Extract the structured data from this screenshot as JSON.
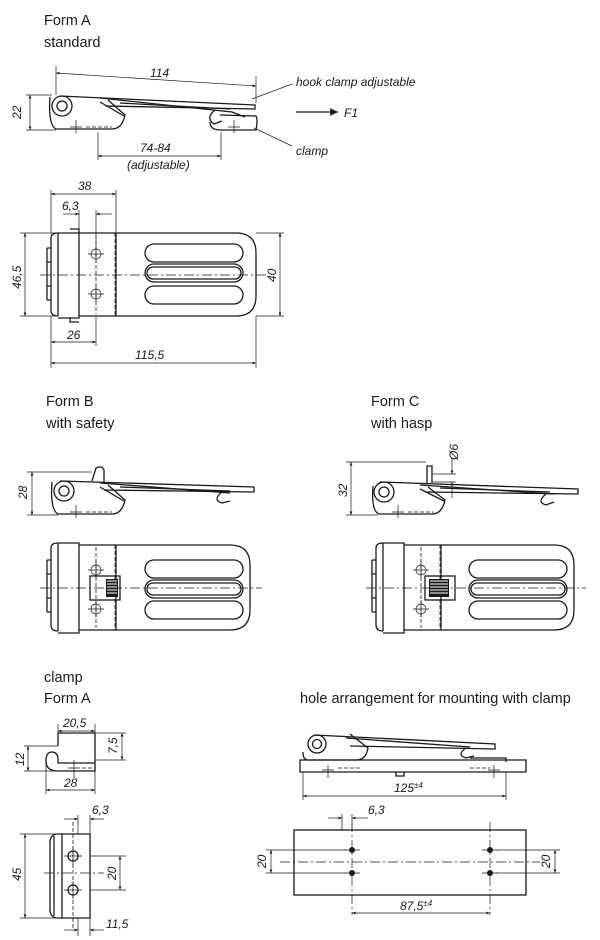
{
  "views": {
    "form_a": {
      "title": "Form A",
      "subtitle": "standard"
    },
    "form_b": {
      "title": "Form B",
      "subtitle": "with safety"
    },
    "form_c": {
      "title": "Form C",
      "subtitle": "with hasp"
    },
    "clamp": {
      "title": "clamp",
      "subtitle": "Form A"
    },
    "holes": {
      "title": "hole arrangement for mounting with clamp"
    }
  },
  "dimensions": {
    "a_length": "114",
    "a_height": "22",
    "a_adjust": "74-84",
    "a_adjust_note": "(adjustable)",
    "a_top_width": "38",
    "a_top_offset": "6,3",
    "a_top_height": "46,5",
    "a_top_right": "40",
    "a_top_26": "26",
    "a_top_total": "115,5",
    "b_height": "28",
    "c_height": "32",
    "c_hasp": "Ø6",
    "clamp_width": "20,5",
    "clamp_height": "12",
    "clamp_right": "7,5",
    "clamp_bottom": "28",
    "clamp_offset": "6,3",
    "clamp_side": "45",
    "clamp_inner": "20",
    "clamp_lower": "11,5",
    "mount_length": "125",
    "mount_length_tol": "±4",
    "mount_offset": "6,3",
    "mount_left": "20",
    "mount_right": "20",
    "mount_spacing": "87,5",
    "mount_spacing_tol": "±4"
  },
  "annotations": {
    "hook": "hook clamp adjustable",
    "force": "F1",
    "clamp": "clamp"
  }
}
